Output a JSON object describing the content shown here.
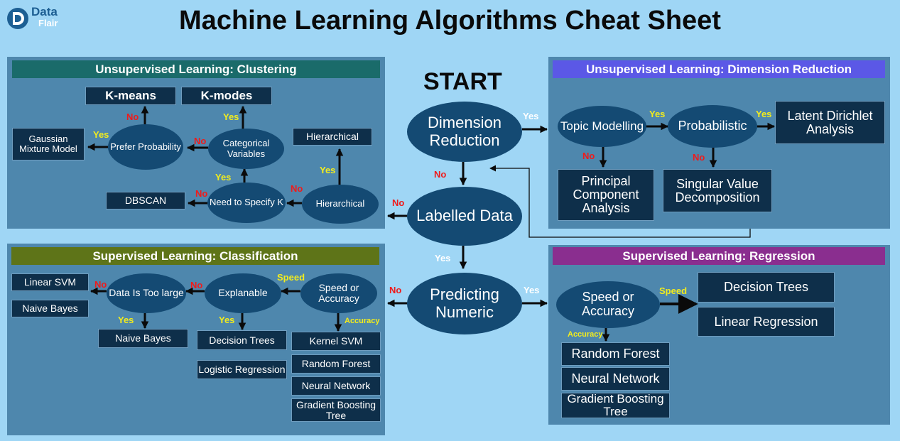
{
  "title": "Machine Learning Algorithms Cheat Sheet",
  "logo": {
    "line1": "Data",
    "line2": "Flair"
  },
  "start": "START",
  "panels": {
    "clustering": "Unsupervised Learning: Clustering",
    "dimension": "Unsupervised Learning: Dimension Reduction",
    "classification": "Supervised Learning: Classification",
    "regression": "Supervised Learning: Regression"
  },
  "center": {
    "dimension_reduction": "Dimension Reduction",
    "labelled_data": "Labelled Data",
    "predicting_numeric": "Predicting Numeric"
  },
  "clustering": {
    "kmeans": "K-means",
    "kmodes": "K-modes",
    "gaussian": "Gaussian Mixture Model",
    "prefer_probability": "Prefer Probability",
    "categorical_variables": "Categorical Variables",
    "hierarchical_box": "Hierarchical",
    "hierarchical_node": "Hierarchical",
    "need_to_specify_k": "Need to Specify K",
    "dbscan": "DBSCAN"
  },
  "dimension": {
    "topic_modelling": "Topic Modelling",
    "probabilistic": "Probabilistic",
    "lda": "Latent Dirichlet Analysis",
    "pca": "Principal Component Analysis",
    "svd": "Singular Value Decomposition"
  },
  "classification": {
    "linear_svm": "Linear SVM",
    "naive_bayes_top": "Naive Bayes",
    "data_too_large": "Data Is Too large",
    "naive_bayes_bottom": "Naive Bayes",
    "explainable": "Explanable",
    "decision_trees": "Decision Trees",
    "logistic_regression": "Logistic Regression",
    "speed_accuracy": "Speed or Accuracy",
    "kernel_svm": "Kernel SVM",
    "random_forest": "Random Forest",
    "neural_network": "Neural Network",
    "gbt": "Gradient Boosting Tree"
  },
  "regression": {
    "speed_accuracy": "Speed or Accuracy",
    "decision_trees": "Decision Trees",
    "linear_regression": "Linear Regression",
    "random_forest": "Random Forest",
    "neural_network": "Neural Network",
    "gbt": "Gradient Boosting Tree"
  },
  "labels": {
    "yes": "Yes",
    "no": "No",
    "speed": "Speed",
    "accuracy": "Accuracy"
  },
  "colors": {
    "background": "#9fd6f5",
    "panel": "#4e87ad",
    "clustering_title": "#1a6b6a",
    "dimension_title": "#5b58e6",
    "classification_title": "#5e7418",
    "regression_title": "#8a2e8f",
    "node": "#144a73",
    "box": "#0e2f4a",
    "yes": "#f2ec1d",
    "no": "#ef1b1b"
  }
}
